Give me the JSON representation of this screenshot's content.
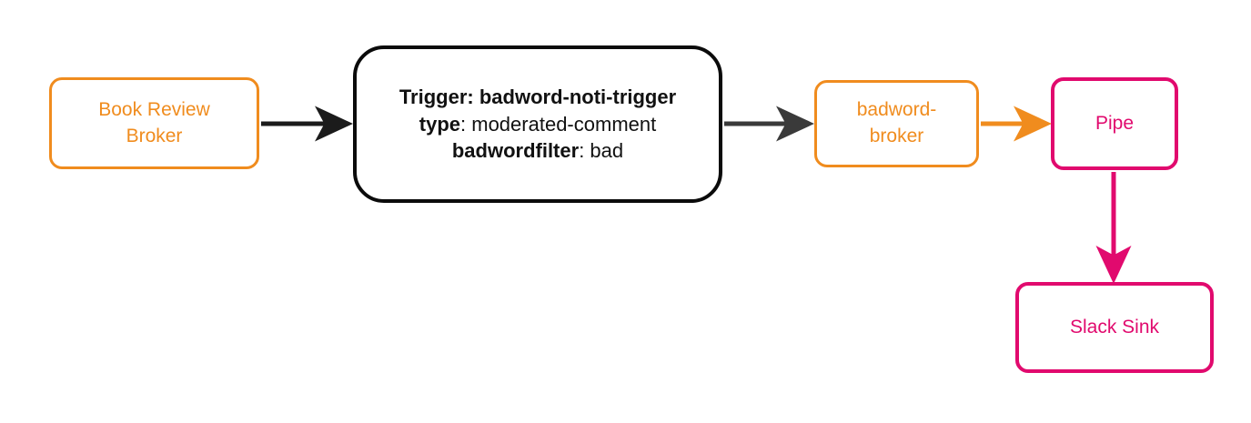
{
  "diagram": {
    "type": "flowchart",
    "direction": "left-to-right",
    "background": "#ffffff",
    "colors": {
      "broker_orange": "#F08C1E",
      "sink_pink": "#E10A6E",
      "trigger_black": "#0b0b0b",
      "edge_black": "#1b1b1b",
      "edge_gray": "#3a3a3a",
      "edge_orange": "#F08C1E",
      "edge_pink": "#E10A6E"
    }
  },
  "nodes": {
    "book_review_broker": {
      "label_line1": "Book Review",
      "label_line2": "Broker",
      "kind": "broker",
      "color": "#F08C1E"
    },
    "trigger": {
      "line1_key": "Trigger:",
      "line1_value": "badword-noti-trigger",
      "line2_key": "type",
      "line2_sep": ": ",
      "line2_value": "moderated-comment",
      "line3_key": "badwordfilter",
      "line3_sep": ": ",
      "line3_value": "bad",
      "kind": "trigger",
      "color": "#0b0b0b"
    },
    "badword_broker": {
      "label_line1": "badword-",
      "label_line2": "broker",
      "kind": "broker",
      "color": "#F08C1E"
    },
    "pipe": {
      "label": "Pipe",
      "kind": "pipe",
      "color": "#E10A6E"
    },
    "slack_sink": {
      "label": "Slack Sink",
      "kind": "sink",
      "color": "#E10A6E"
    }
  },
  "edges": [
    {
      "id": "e1",
      "from": "book_review_broker",
      "to": "trigger",
      "color": "#1b1b1b",
      "label": ""
    },
    {
      "id": "e2",
      "from": "trigger",
      "to": "badword_broker",
      "color": "#3a3a3a",
      "label": ""
    },
    {
      "id": "e3",
      "from": "badword_broker",
      "to": "pipe",
      "color": "#F08C1E",
      "label": ""
    },
    {
      "id": "e4",
      "from": "pipe",
      "to": "slack_sink",
      "color": "#E10A6E",
      "label": ""
    }
  ]
}
